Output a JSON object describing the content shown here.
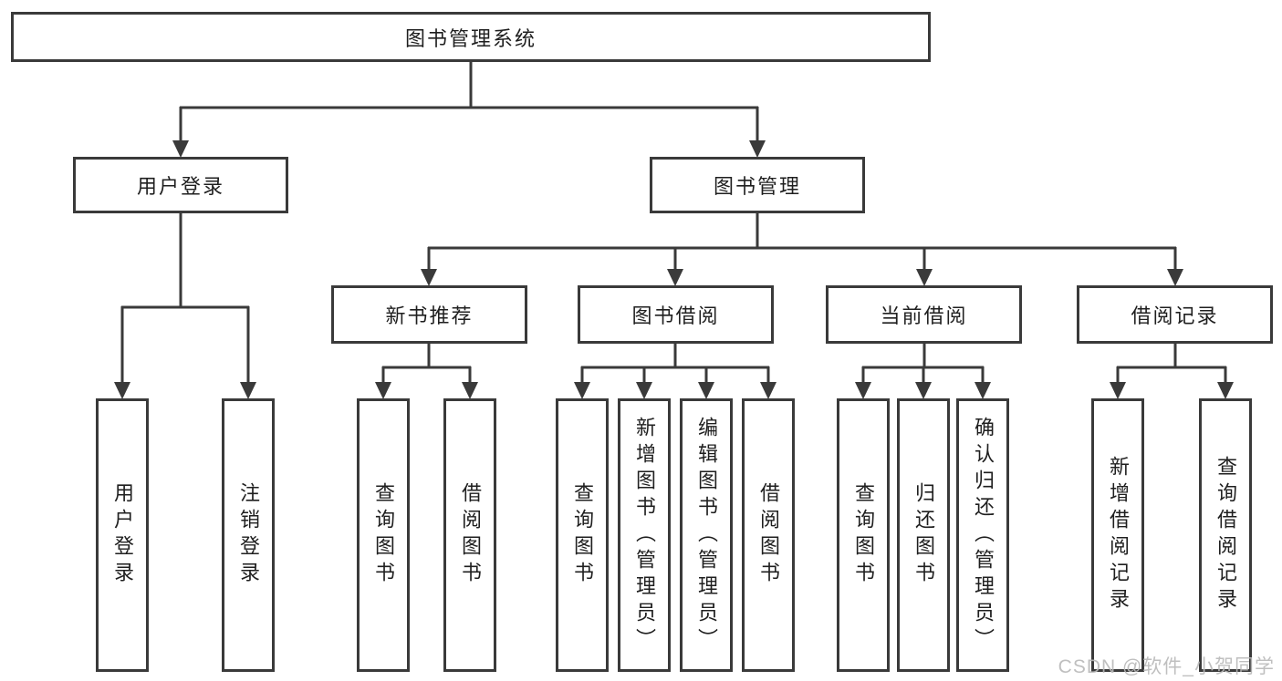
{
  "tree": {
    "label": "图书管理系统",
    "children": [
      {
        "label": "用户登录",
        "children": [
          {
            "label": "用户登录"
          },
          {
            "label": "注销登录"
          }
        ]
      },
      {
        "label": "图书管理",
        "children": [
          {
            "label": "新书推荐",
            "children": [
              {
                "label": "查询图书"
              },
              {
                "label": "借阅图书"
              }
            ]
          },
          {
            "label": "图书借阅",
            "children": [
              {
                "label": "查询图书"
              },
              {
                "label": "新增图书（管理员）"
              },
              {
                "label": "编辑图书（管理员）"
              },
              {
                "label": "借阅图书"
              }
            ]
          },
          {
            "label": "当前借阅",
            "children": [
              {
                "label": "查询图书"
              },
              {
                "label": "归还图书"
              },
              {
                "label": "确认归还（管理员）"
              }
            ]
          },
          {
            "label": "借阅记录",
            "children": [
              {
                "label": "新增借阅记录"
              },
              {
                "label": "查询借阅记录"
              }
            ]
          }
        ]
      }
    ]
  },
  "watermark": "CSDN @软件_小贺同学",
  "colors": {
    "line": "#3a3a3a",
    "text": "#1f1f1f",
    "watermark": "#b9b9b9"
  }
}
